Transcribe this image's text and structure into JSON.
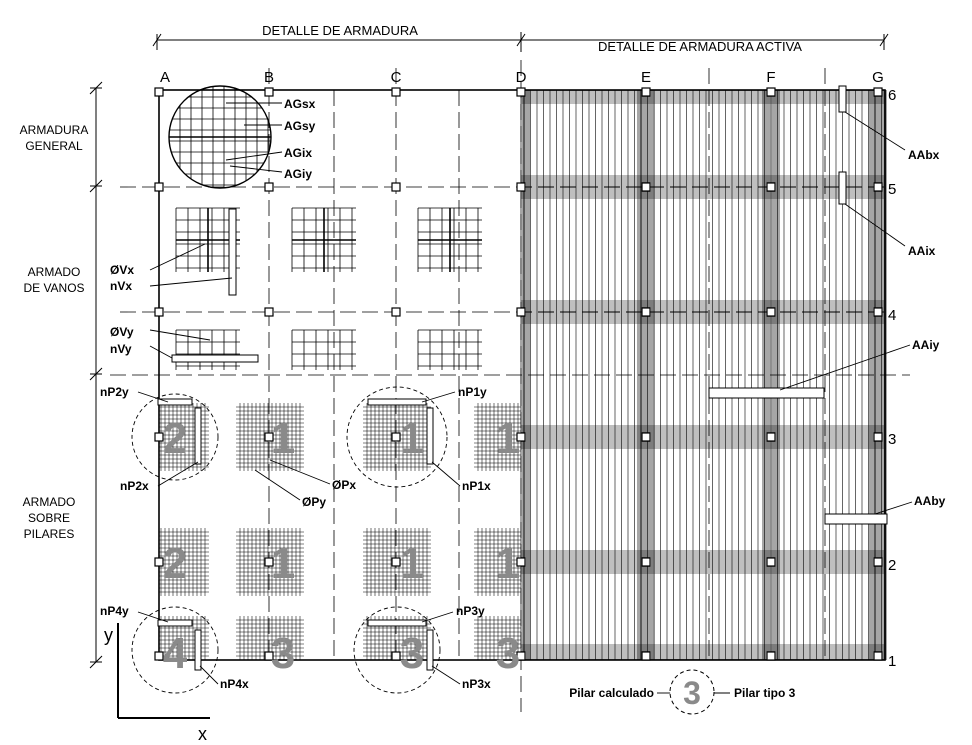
{
  "headers": {
    "left": "DETALLE DE ARMADURA",
    "right": "DETALLE DE ARMADURA ACTIVA"
  },
  "columns": [
    "A",
    "B",
    "C",
    "D",
    "E",
    "F",
    "G"
  ],
  "rows": [
    "6",
    "5",
    "4",
    "3",
    "2",
    "1"
  ],
  "side_sections": {
    "general": [
      "ARMADURA",
      "GENERAL"
    ],
    "vanos": [
      "ARMADO",
      "DE VANOS"
    ],
    "pilares": [
      "ARMADO",
      "SOBRE",
      "PILARES"
    ]
  },
  "general_labels": [
    "AGsx",
    "AGsy",
    "AGix",
    "AGiy"
  ],
  "vano_labels": [
    "ØVx",
    "nVx",
    "ØVy",
    "nVy"
  ],
  "pilar_labels": {
    "nP2y": "nP2y",
    "nP2x": "nP2x",
    "nP1y": "nP1y",
    "nP1x": "nP1x",
    "Px": "ØPx",
    "Py": "ØPy",
    "nP4y": "nP4y",
    "nP4x": "nP4x",
    "nP3y": "nP3y",
    "nP3x": "nP3x"
  },
  "active_labels": [
    "AAbx",
    "AAix",
    "AAiy",
    "AAby"
  ],
  "pilar_types": [
    "2",
    "1",
    "1",
    "1",
    "2",
    "1",
    "1",
    "1",
    "4",
    "3",
    "3",
    "3"
  ],
  "axes": {
    "x": "x",
    "y": "y"
  },
  "legend": {
    "left": "Pilar calculado",
    "number": "3",
    "right": "Pilar tipo 3"
  }
}
